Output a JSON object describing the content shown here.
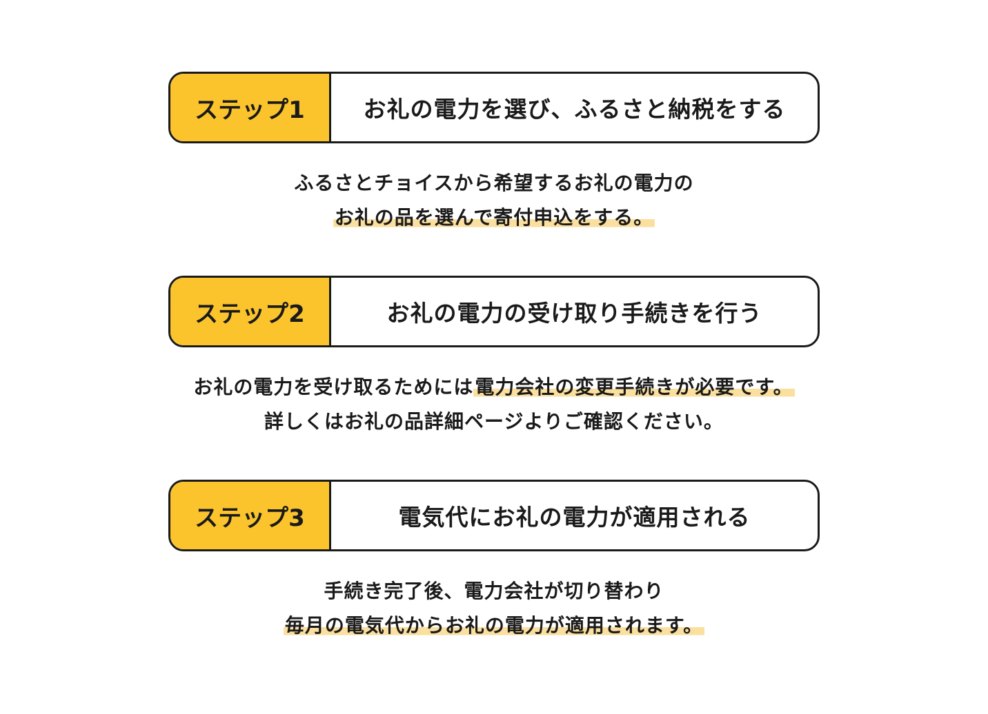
{
  "steps": [
    {
      "label": "ステップ1",
      "title": "お礼の電力を選び、ふるさと納税をする",
      "desc_line1": "ふるさとチョイスから希望するお礼の電力の",
      "desc_line2_hl": "お礼の品を選んで寄付申込をする。"
    },
    {
      "label": "ステップ2",
      "title": "お礼の電力の受け取り手続きを行う",
      "desc_line1_plain": "お礼の電力を受け取るためには",
      "desc_line1_hl": "電力会社の変更手続きが必要です。",
      "desc_line2": "詳しくはお礼の品詳細ページよりご確認ください。"
    },
    {
      "label": "ステップ3",
      "title": "電気代にお礼の電力が適用される",
      "desc_line1": "手続き完了後、電力会社が切り替わり",
      "desc_line2_hl": "毎月の電気代からお礼の電力が適用されます。"
    }
  ],
  "colors": {
    "accent": "#fbc42d",
    "highlight": "#fadf9e",
    "border": "#1a1a1a"
  }
}
